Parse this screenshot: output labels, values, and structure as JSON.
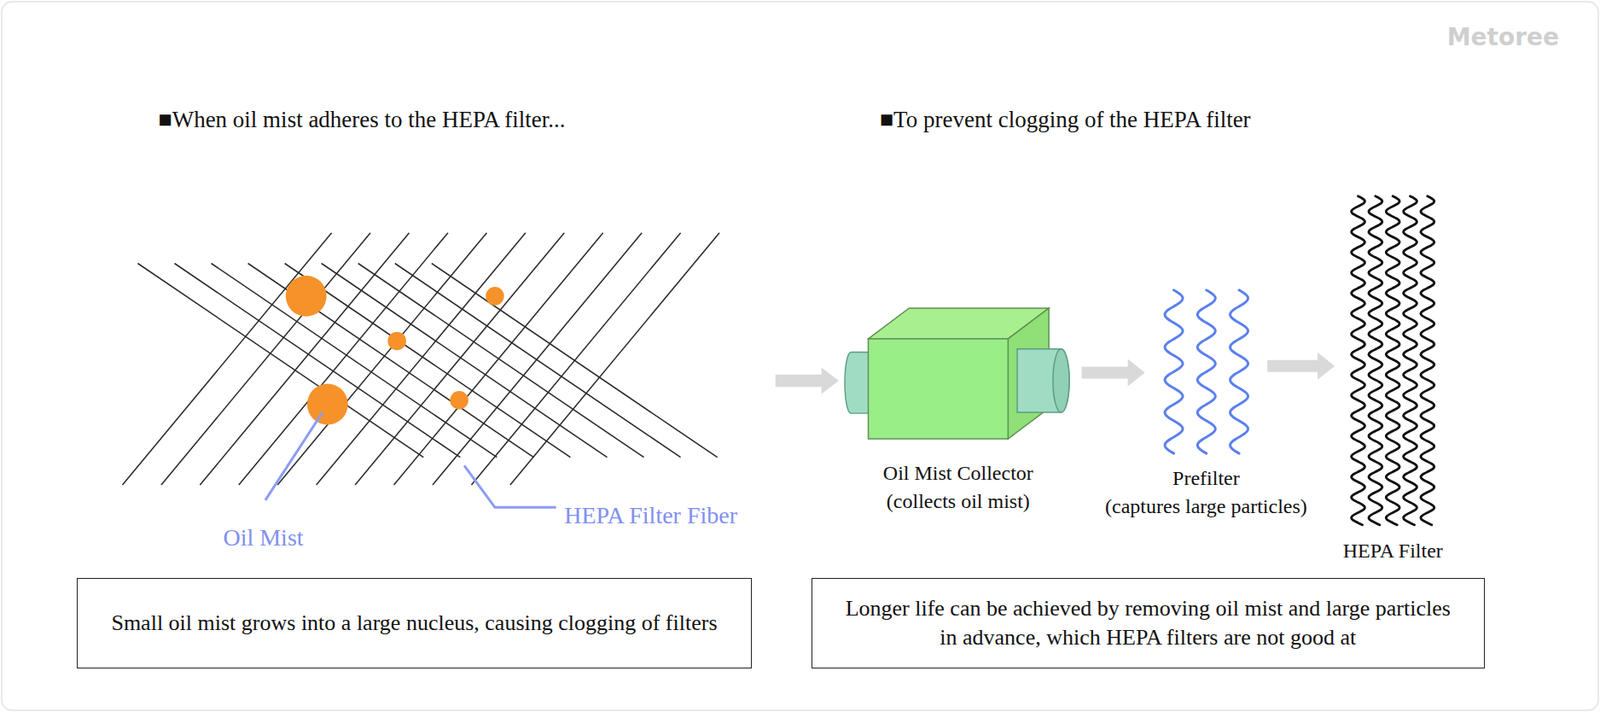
{
  "diagram": {
    "nodes": [
      {
        "text": [
          "Small oil mist grows into a large nucleus, causing clogging of filters"
        ]
      },
      {
        "text": [
          "Oil Mist Collector",
          "(collects oil mist)"
        ]
      },
      {
        "text": [
          "Prefilter",
          "(captures large particles)"
        ]
      },
      {
        "text": [
          "HEPA Filter"
        ]
      },
      {
        "text": [
          "Longer life can be achieved by removing oil mist and large particles in advance, which HEPA filters are not good at"
        ]
      }
    ],
    "edges": [
      {
        "from": 1,
        "to": 2,
        "arrow": "to"
      },
      {
        "from": 2,
        "to": 3,
        "arrow": "to"
      }
    ],
    "labels": [
      "Metoree",
      "■When oil mist adheres to the HEPA filter...",
      "■To prevent clogging of the HEPA filter",
      "Oil Mist",
      "HEPA Filter Fiber"
    ]
  }
}
